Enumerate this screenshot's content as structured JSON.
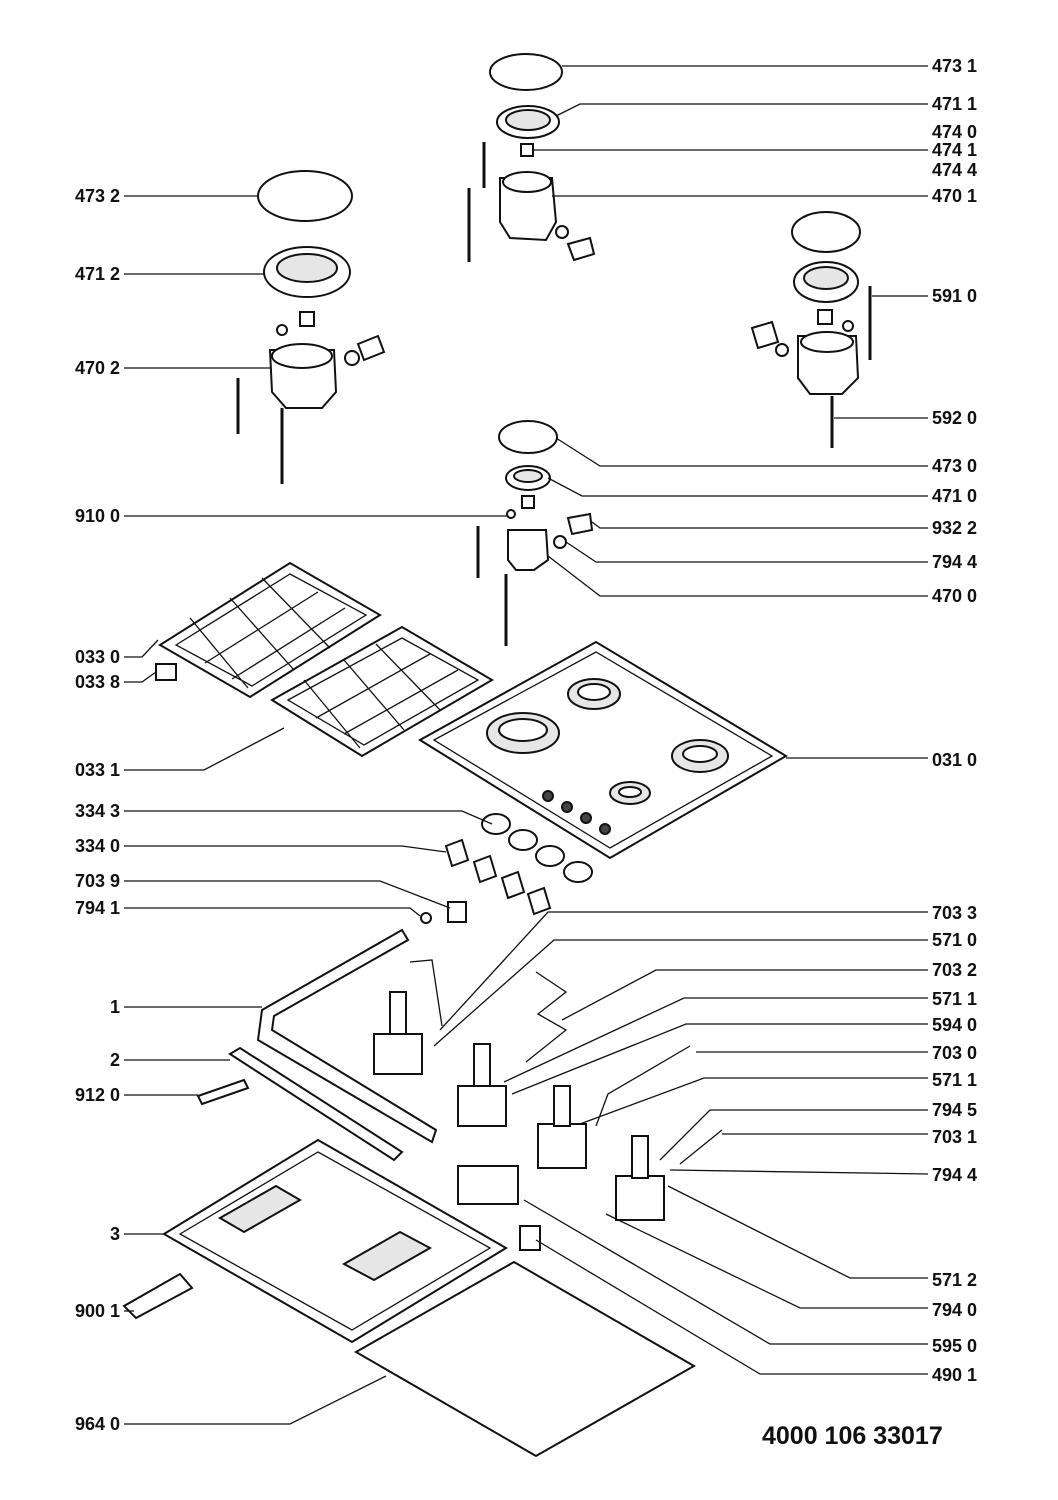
{
  "labels_left": [
    {
      "id": "l-473-2",
      "text": "473 2"
    },
    {
      "id": "l-471-2",
      "text": "471 2"
    },
    {
      "id": "l-470-2",
      "text": "470 2"
    },
    {
      "id": "l-910-0",
      "text": "910 0"
    },
    {
      "id": "l-033-0",
      "text": "033 0"
    },
    {
      "id": "l-033-8",
      "text": "033 8"
    },
    {
      "id": "l-033-1",
      "text": "033 1"
    },
    {
      "id": "l-334-3",
      "text": "334 3"
    },
    {
      "id": "l-334-0",
      "text": "334 0"
    },
    {
      "id": "l-703-9",
      "text": "703 9"
    },
    {
      "id": "l-794-1",
      "text": "794 1"
    },
    {
      "id": "l-1",
      "text": "1"
    },
    {
      "id": "l-2",
      "text": "2"
    },
    {
      "id": "l-912-0",
      "text": "912 0"
    },
    {
      "id": "l-3",
      "text": "3"
    },
    {
      "id": "l-900-1",
      "text": "900 1"
    },
    {
      "id": "l-964-0",
      "text": "964 0"
    }
  ],
  "labels_right": [
    {
      "id": "r-473-1",
      "text": "473 1"
    },
    {
      "id": "r-471-1",
      "text": "471 1"
    },
    {
      "id": "r-474-0",
      "text": "474 0"
    },
    {
      "id": "r-474-1",
      "text": "474 1"
    },
    {
      "id": "r-474-4",
      "text": "474 4"
    },
    {
      "id": "r-470-1",
      "text": "470 1"
    },
    {
      "id": "r-591-0",
      "text": "591 0"
    },
    {
      "id": "r-592-0",
      "text": "592 0"
    },
    {
      "id": "r-473-0",
      "text": "473 0"
    },
    {
      "id": "r-471-0",
      "text": "471 0"
    },
    {
      "id": "r-932-2",
      "text": "932 2"
    },
    {
      "id": "r-794-4a",
      "text": "794 4"
    },
    {
      "id": "r-470-0",
      "text": "470 0"
    },
    {
      "id": "r-031-0",
      "text": "031 0"
    },
    {
      "id": "r-703-3",
      "text": "703 3"
    },
    {
      "id": "r-571-0",
      "text": "571 0"
    },
    {
      "id": "r-703-2",
      "text": "703 2"
    },
    {
      "id": "r-571-1a",
      "text": "571 1"
    },
    {
      "id": "r-594-0",
      "text": "594 0"
    },
    {
      "id": "r-703-0",
      "text": "703 0"
    },
    {
      "id": "r-571-1b",
      "text": "571 1"
    },
    {
      "id": "r-794-5",
      "text": "794 5"
    },
    {
      "id": "r-703-1",
      "text": "703 1"
    },
    {
      "id": "r-794-4b",
      "text": "794 4"
    },
    {
      "id": "r-571-2",
      "text": "571 2"
    },
    {
      "id": "r-794-0",
      "text": "794 0"
    },
    {
      "id": "r-595-0",
      "text": "595 0"
    },
    {
      "id": "r-490-1",
      "text": "490 1"
    }
  ],
  "document_number": "4000 106 33017"
}
